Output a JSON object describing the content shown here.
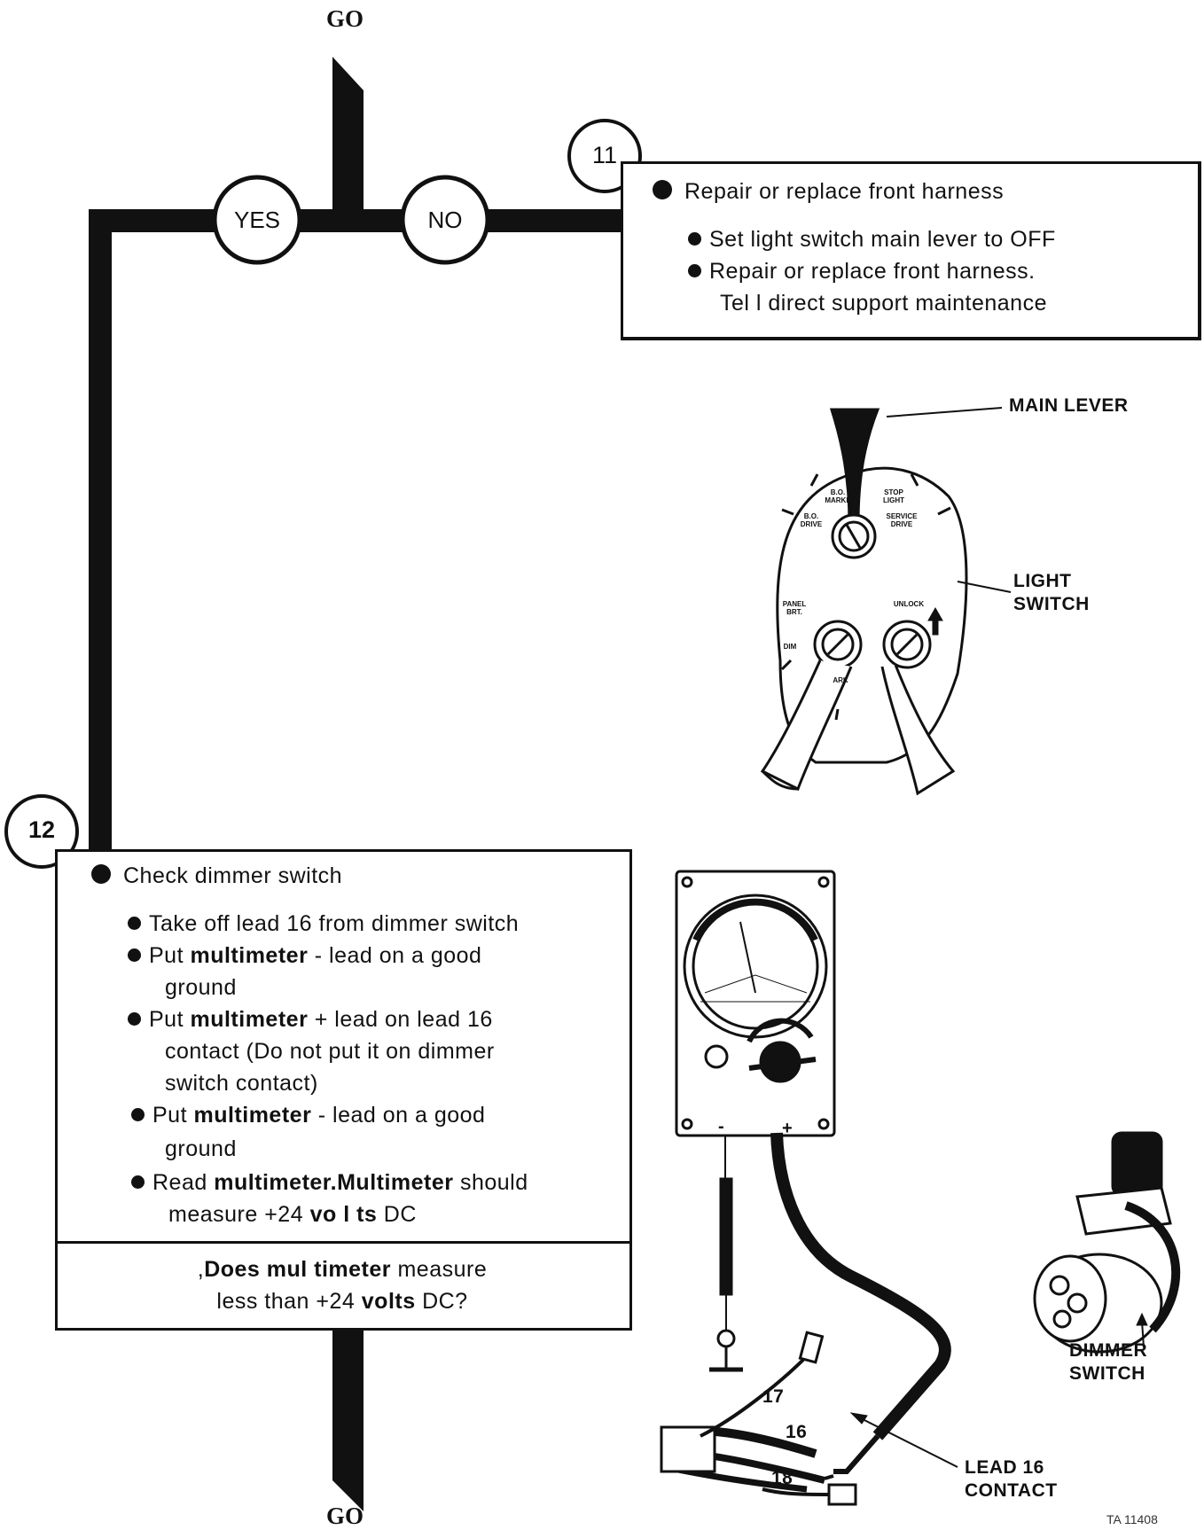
{
  "flow": {
    "top_label": "GO",
    "bottom_label": "GO",
    "yes_label": "YES",
    "no_label": "NO"
  },
  "step11": {
    "number": "11",
    "title": "Repair or replace front harness",
    "items": [
      "Set light switch main lever to OFF",
      "Repair or replace front harness.",
      "Tel l direct support maintenance"
    ]
  },
  "light_switch_figure": {
    "callouts": [
      "MAIN LEVER",
      "LIGHT",
      "SWITCH"
    ],
    "markings": [
      "B.O.",
      "MARKE",
      "B.O.",
      "DRIVE",
      "STOP",
      "LIGHT",
      "SERVICE",
      "DRIVE",
      "PANEL",
      "BRT.",
      "UNLOCK",
      "DIM",
      "ARK"
    ]
  },
  "step12": {
    "number": "12",
    "title": "Check dimmer switch",
    "items": [
      {
        "pre": "Take off lead 16 from dimmer switch",
        "bold": "",
        "post": "",
        "cont": ""
      },
      {
        "pre": "Put ",
        "bold": "multimeter",
        "post": " - lead on a good",
        "cont": "ground"
      },
      {
        "pre": "Put ",
        "bold": "multimeter",
        "post": " + lead on lead 16",
        "cont": "contact (Do not put it on dimmer",
        "cont2": "switch contact)"
      },
      {
        "pre": "Put ",
        "bold": "multimeter",
        "post": " - lead on a good",
        "cont": "ground"
      },
      {
        "pre": "Read ",
        "bold": "multimeter.Multimeter",
        "post": " should",
        "cont": "measure +24 ",
        "cont_bold": "vo l ts",
        "cont_post": " DC"
      }
    ],
    "question": {
      "line1_pre": ",",
      "line1_bold": "Does mul timeter",
      "line1_post": " measure",
      "line2_pre": "less than +24 ",
      "line2_bold": "volts",
      "line2_post": " DC?"
    }
  },
  "multimeter_figure": {
    "callouts": [
      "DIMMER",
      "SWITCH",
      "LEAD 16",
      "CONTACT"
    ],
    "lead_numbers": [
      "17",
      "16",
      "18"
    ],
    "terminals": [
      "-",
      "+"
    ]
  },
  "figure_id": "TA 11408"
}
